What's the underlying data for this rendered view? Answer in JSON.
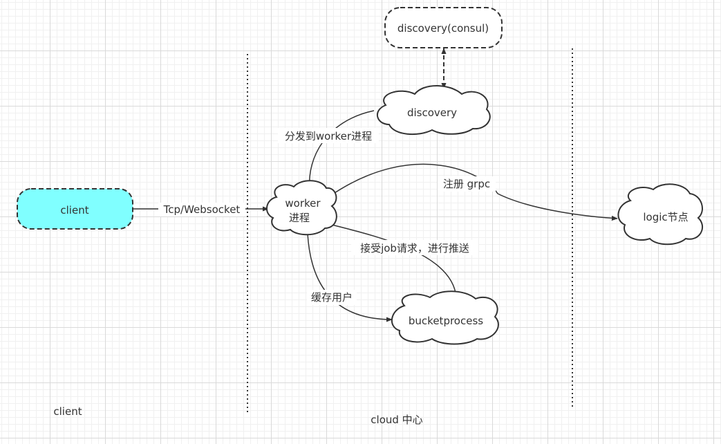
{
  "nodes": {
    "discovery_consul": "discovery(consul)",
    "discovery": "discovery",
    "client": "client",
    "worker_line1": "worker",
    "worker_line2": "进程",
    "logic": "logic节点",
    "bucketprocess": "bucketprocess"
  },
  "edges": {
    "dispatch_to_worker": "分发到worker进程",
    "tcp_websocket": "Tcp/Websocket",
    "register_grpc": "注册 grpc",
    "accept_job": "接受job请求，进行推送",
    "cache_user": "缓存用户"
  },
  "regions": {
    "client": "client",
    "cloud": "cloud 中心"
  },
  "colors": {
    "client_fill": "#80ffff",
    "stroke": "#333333"
  }
}
